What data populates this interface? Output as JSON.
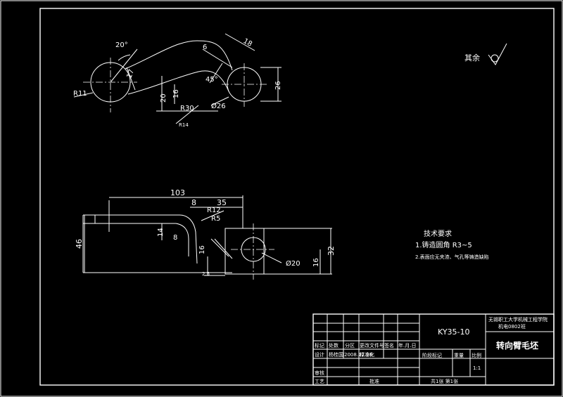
{
  "drawing": {
    "part_name": "转向臂毛坯",
    "drawing_number": "KY35-10",
    "school": "无锡职工大学机械工程学院",
    "class_name": "机电0802班",
    "surface_note": "其余",
    "tech_req_title": "技术要求",
    "tech_req_1": "1.铸造圆角 R3~5",
    "tech_req_2": "2.表面应无夹渣、气孔等铸造缺陷",
    "sheet_info": "共1张  第1张",
    "scale": "1:1"
  },
  "title_block": {
    "row_mark": "标记",
    "row_count": "处数",
    "row_zone": "分区",
    "row_change_doc": "更改文件号",
    "row_sign": "签名",
    "row_date": "年.月.日",
    "designer": "设计",
    "designer_name": "杨桂国",
    "design_date": "2008.12.08",
    "standardization": "标准化",
    "review": "审核",
    "process": "工艺",
    "approve": "批准",
    "stage_mark": "阶段标记",
    "weight": "重量",
    "ratio": "比例"
  },
  "dimensions_top": {
    "angle": "20°",
    "d17": "17",
    "r11": "R11",
    "d6": "6",
    "d18": "18",
    "a45": "45°",
    "d20": "20",
    "d16": "16",
    "r30": "R30",
    "dia26": "Ø26",
    "d26": "26",
    "r14": "R14"
  },
  "dimensions_bottom": {
    "d103": "103",
    "d35": "35",
    "d8a": "8",
    "r12": "R12",
    "r5": "R5",
    "d14": "14",
    "d8b": "8",
    "d46": "46",
    "d16": "16",
    "d2_5": "2.5",
    "dia20": "Ø20",
    "d16r": "16",
    "d32": "32"
  }
}
